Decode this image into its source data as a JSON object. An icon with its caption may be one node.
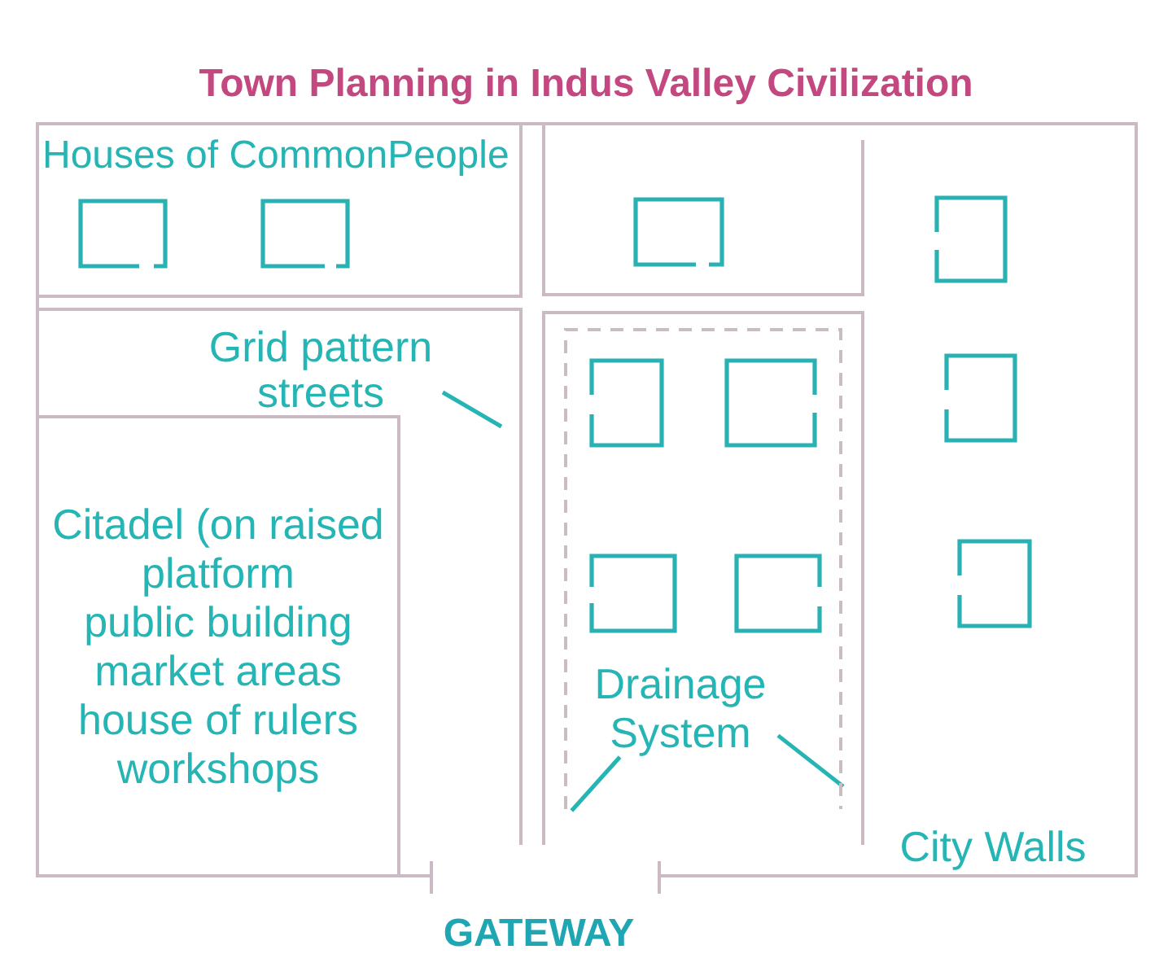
{
  "diagram": {
    "title": "Town Planning in Indus Valley Civilization",
    "nodes": [
      {
        "text": [
          "City Walls"
        ]
      },
      {
        "text": [
          "Houses of CommonPeople"
        ],
        "in": 0
      },
      {
        "text": [],
        "shape": "box",
        "in": 0
      },
      {
        "text": [],
        "shape": "box",
        "in": 0
      },
      {
        "text": [
          "Grid pattern streets"
        ],
        "in": 3
      },
      {
        "text": [
          "Citadel (on raised platform",
          "public building",
          "market areas",
          "house of rulers",
          "workshops"
        ],
        "in": 3
      },
      {
        "text": [],
        "shape": "box",
        "in": 0
      },
      {
        "text": [],
        "shape": "box",
        "in": 6
      },
      {
        "text": [
          "Drainage System"
        ],
        "in": 7
      }
    ],
    "edges": [
      {
        "from": 4,
        "to": null,
        "arrow": "none"
      },
      {
        "from": 8,
        "to": 7,
        "arrow": "none"
      },
      {
        "from": 8,
        "to": 7,
        "arrow": "none"
      }
    ],
    "labels": [
      "GATEWAY"
    ]
  }
}
